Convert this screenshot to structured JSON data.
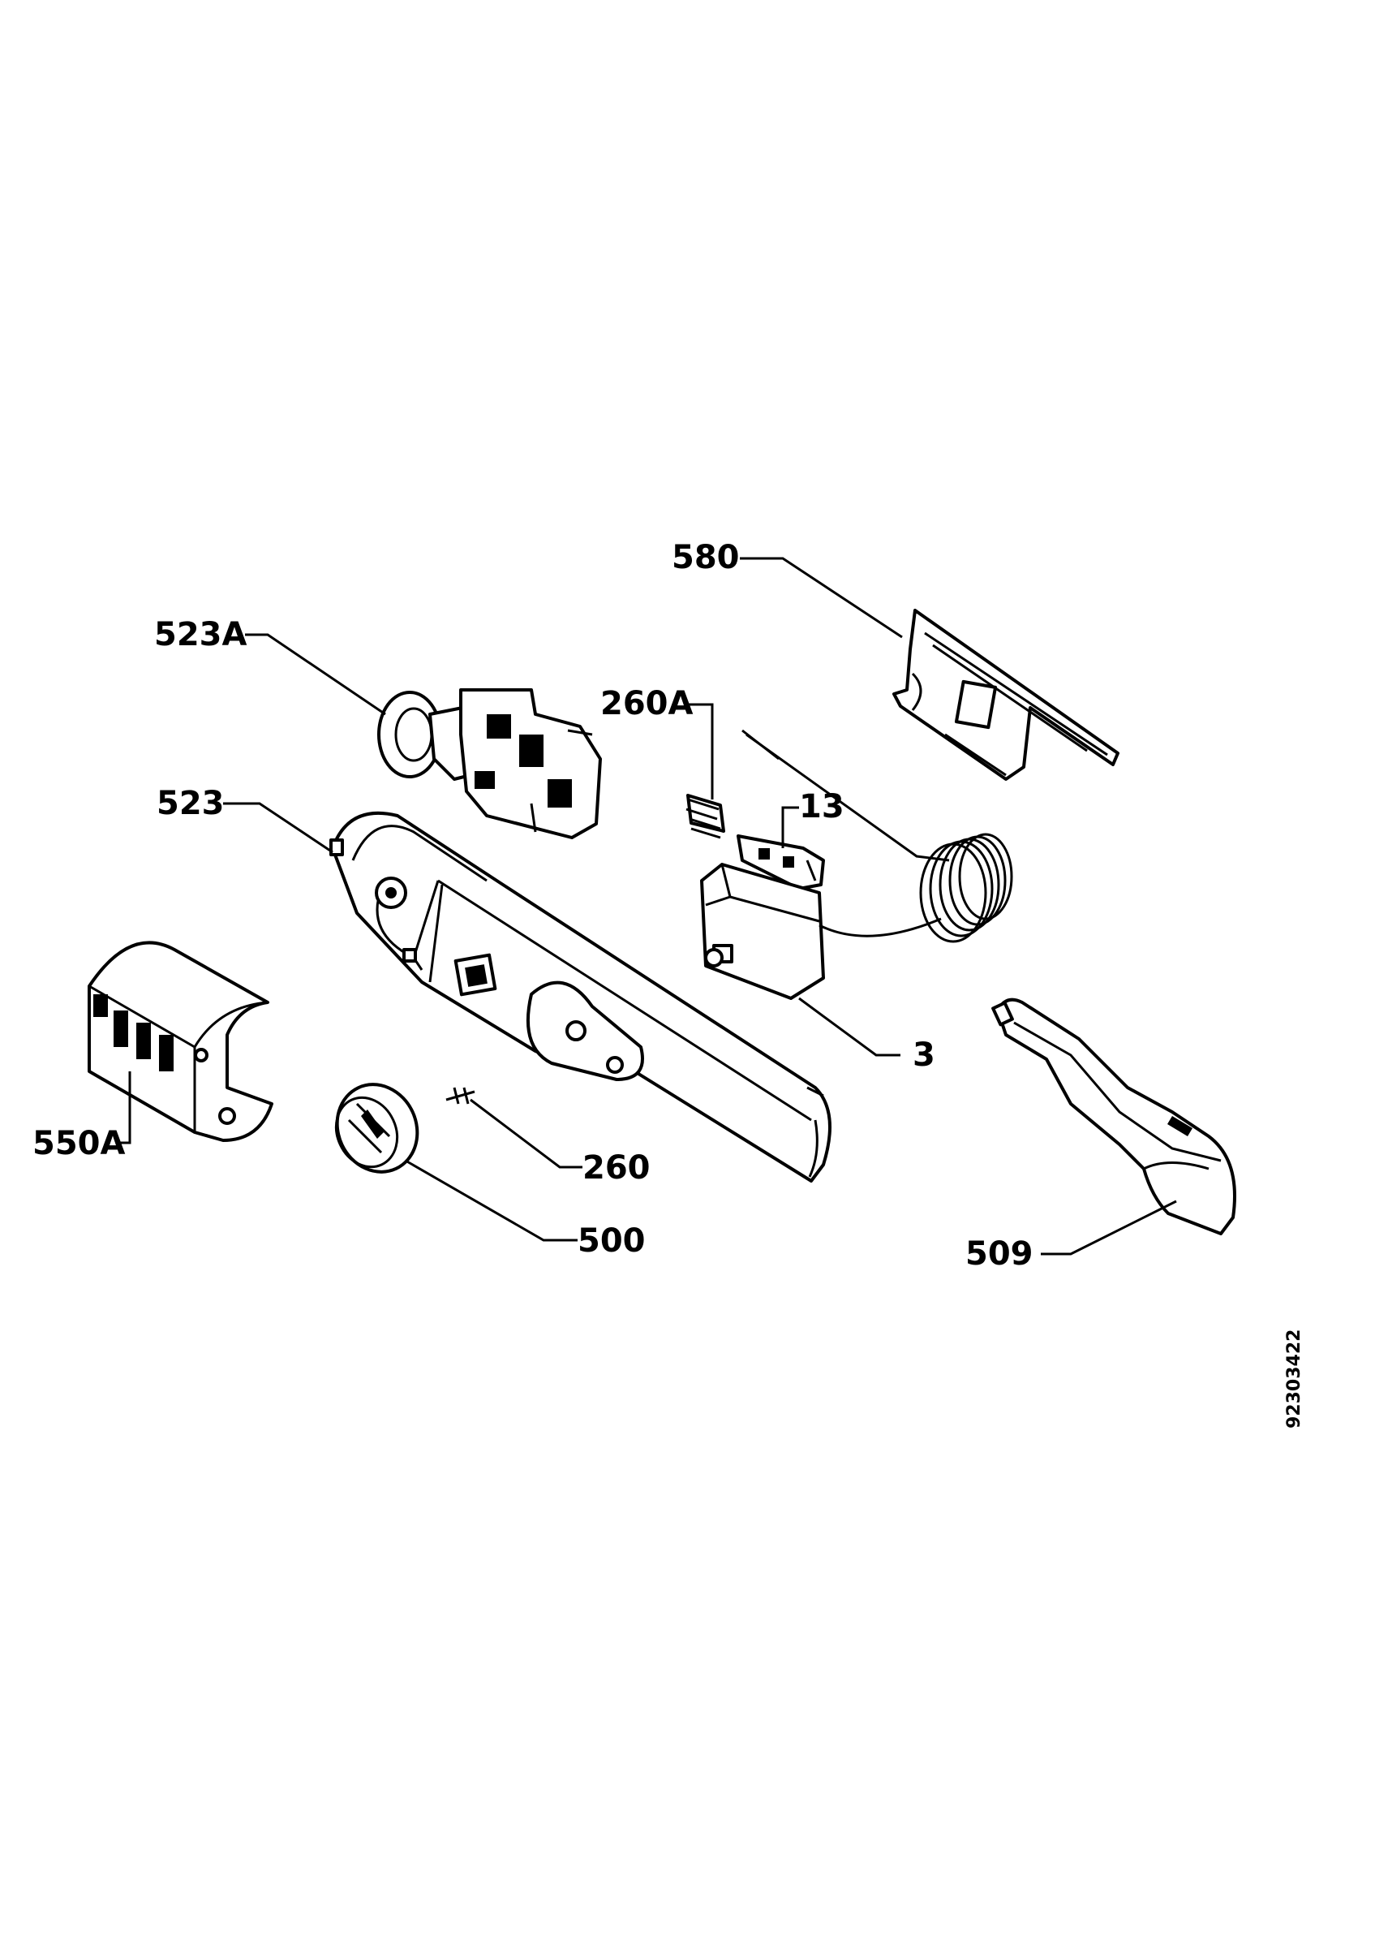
{
  "diagram": {
    "labels": {
      "l580": "580",
      "l523A": "523A",
      "l260A": "260A",
      "l13": "13",
      "l523": "523",
      "l3": "3",
      "l550A": "550A",
      "l260": "260",
      "l500": "500",
      "l509": "509"
    },
    "document_number": "92303422"
  }
}
